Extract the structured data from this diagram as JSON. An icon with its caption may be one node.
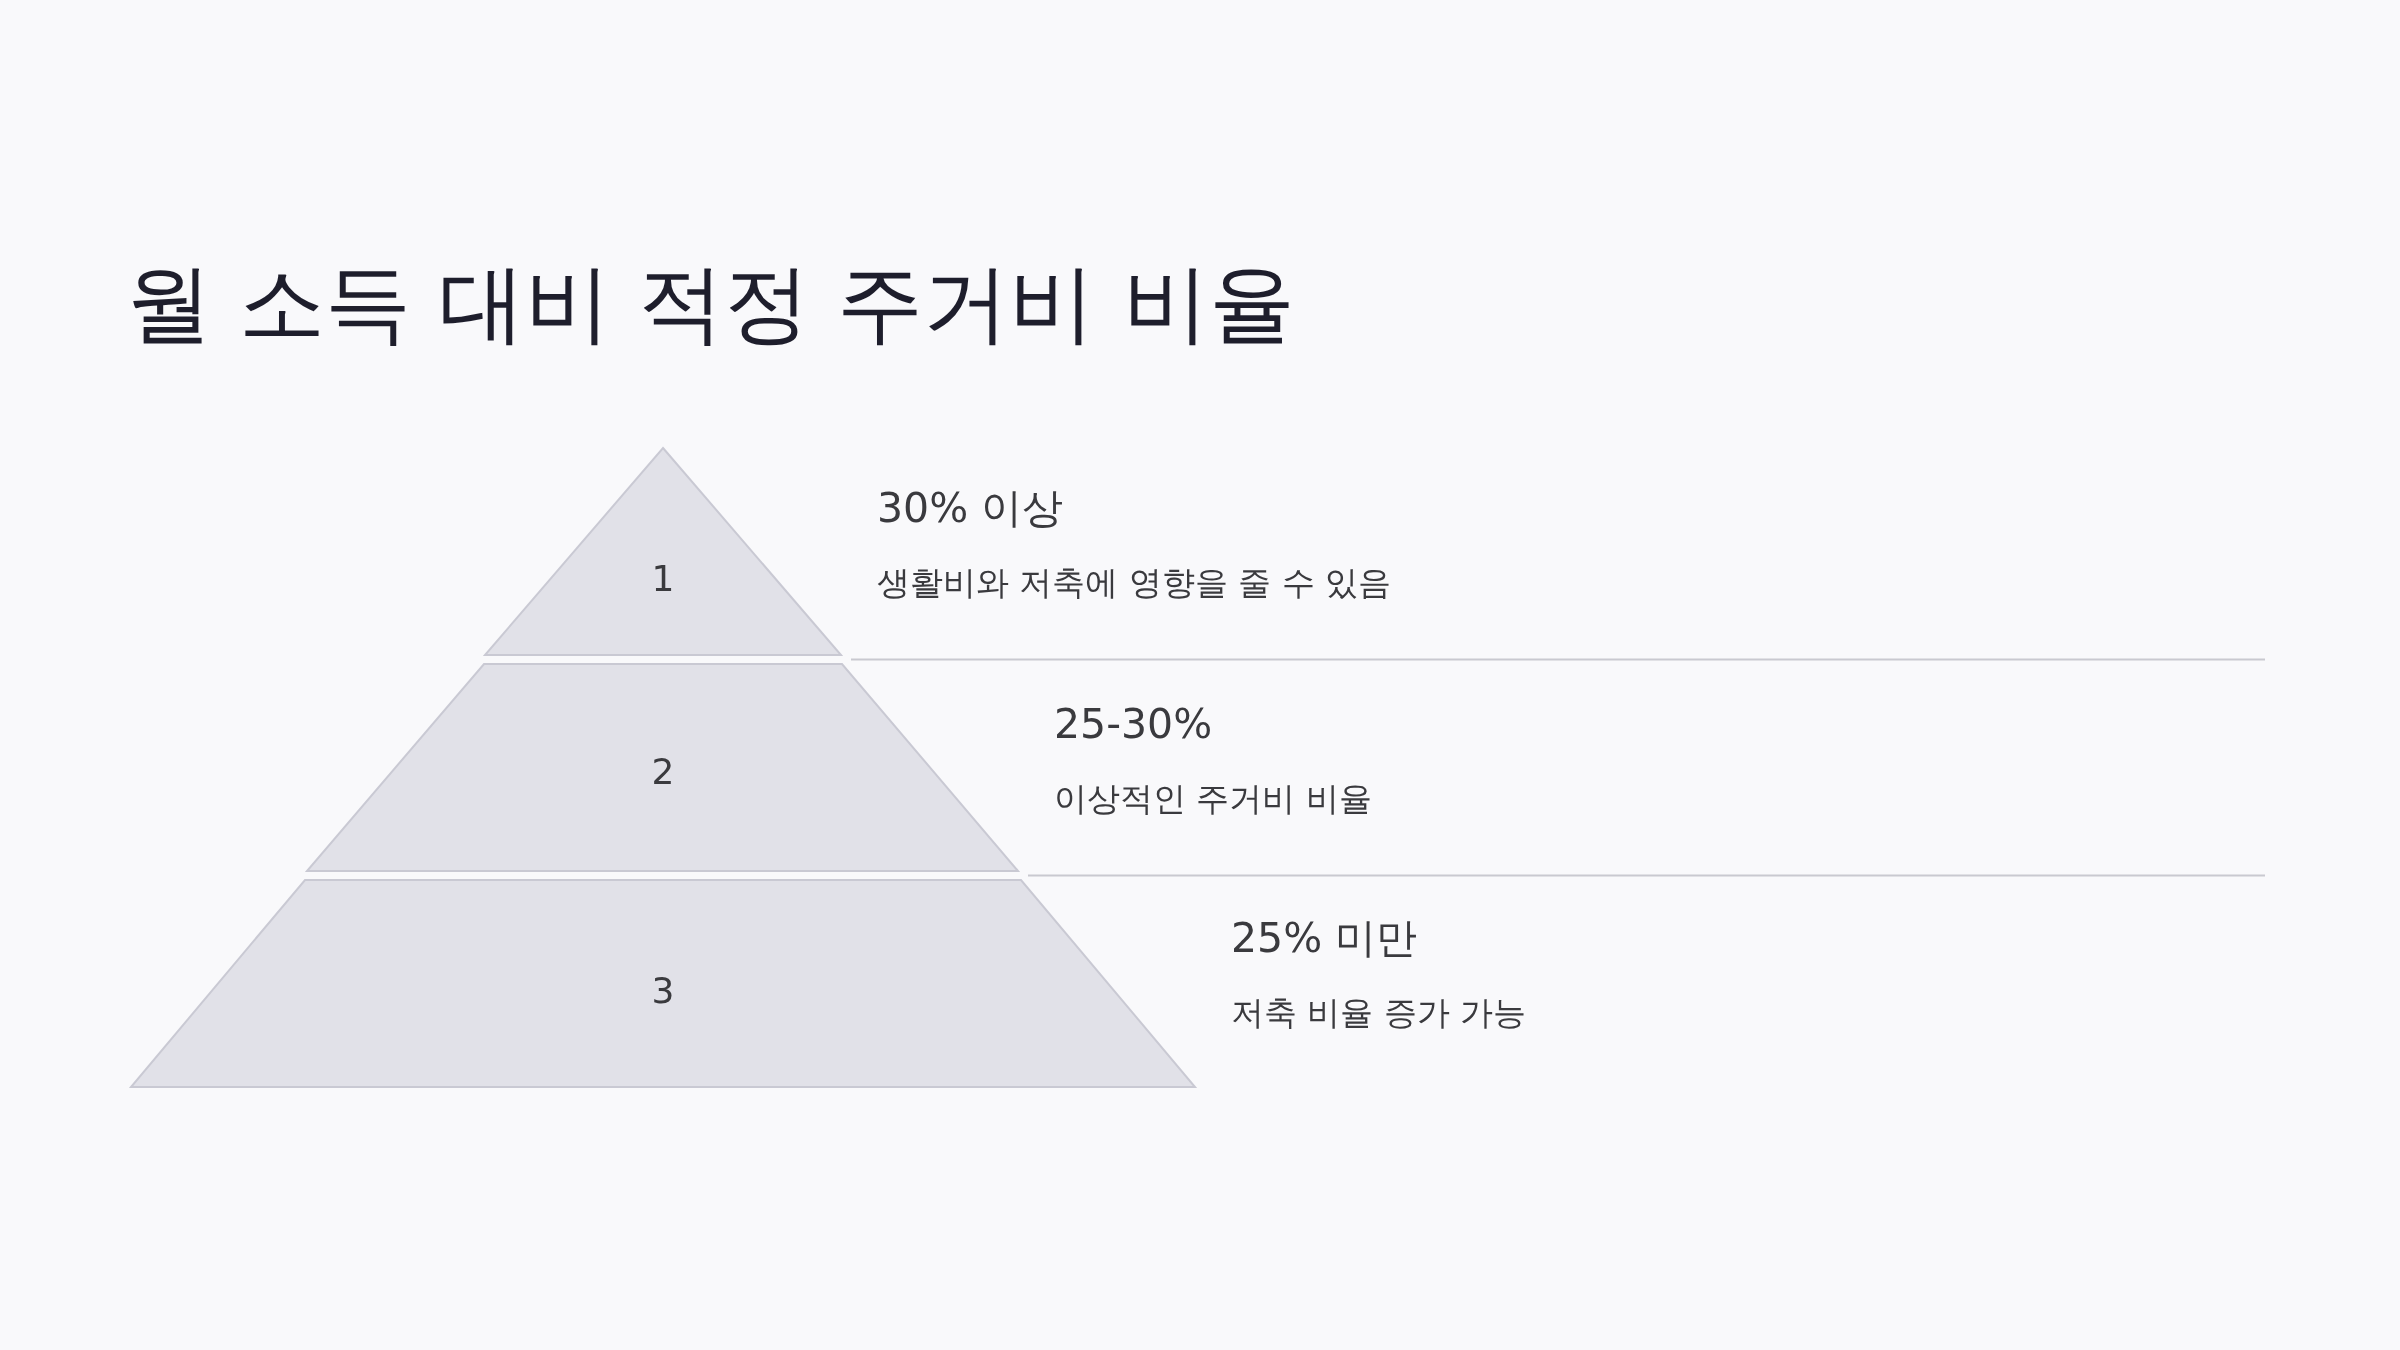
{
  "diagram": {
    "title": "월 소득 대비 적정 주거비 비율",
    "nodes": [
      {
        "text": [
          "1"
        ],
        "beside": [
          "30% 이상",
          "생활비와 저축에 영향을 줄 수 있음"
        ]
      },
      {
        "text": [
          "2"
        ],
        "beside": [
          "25-30%",
          "이상적인 주거비 비율"
        ]
      },
      {
        "text": [
          "3"
        ],
        "beside": [
          "25% 미만",
          "저축 비율 증가 가능"
        ]
      }
    ]
  }
}
